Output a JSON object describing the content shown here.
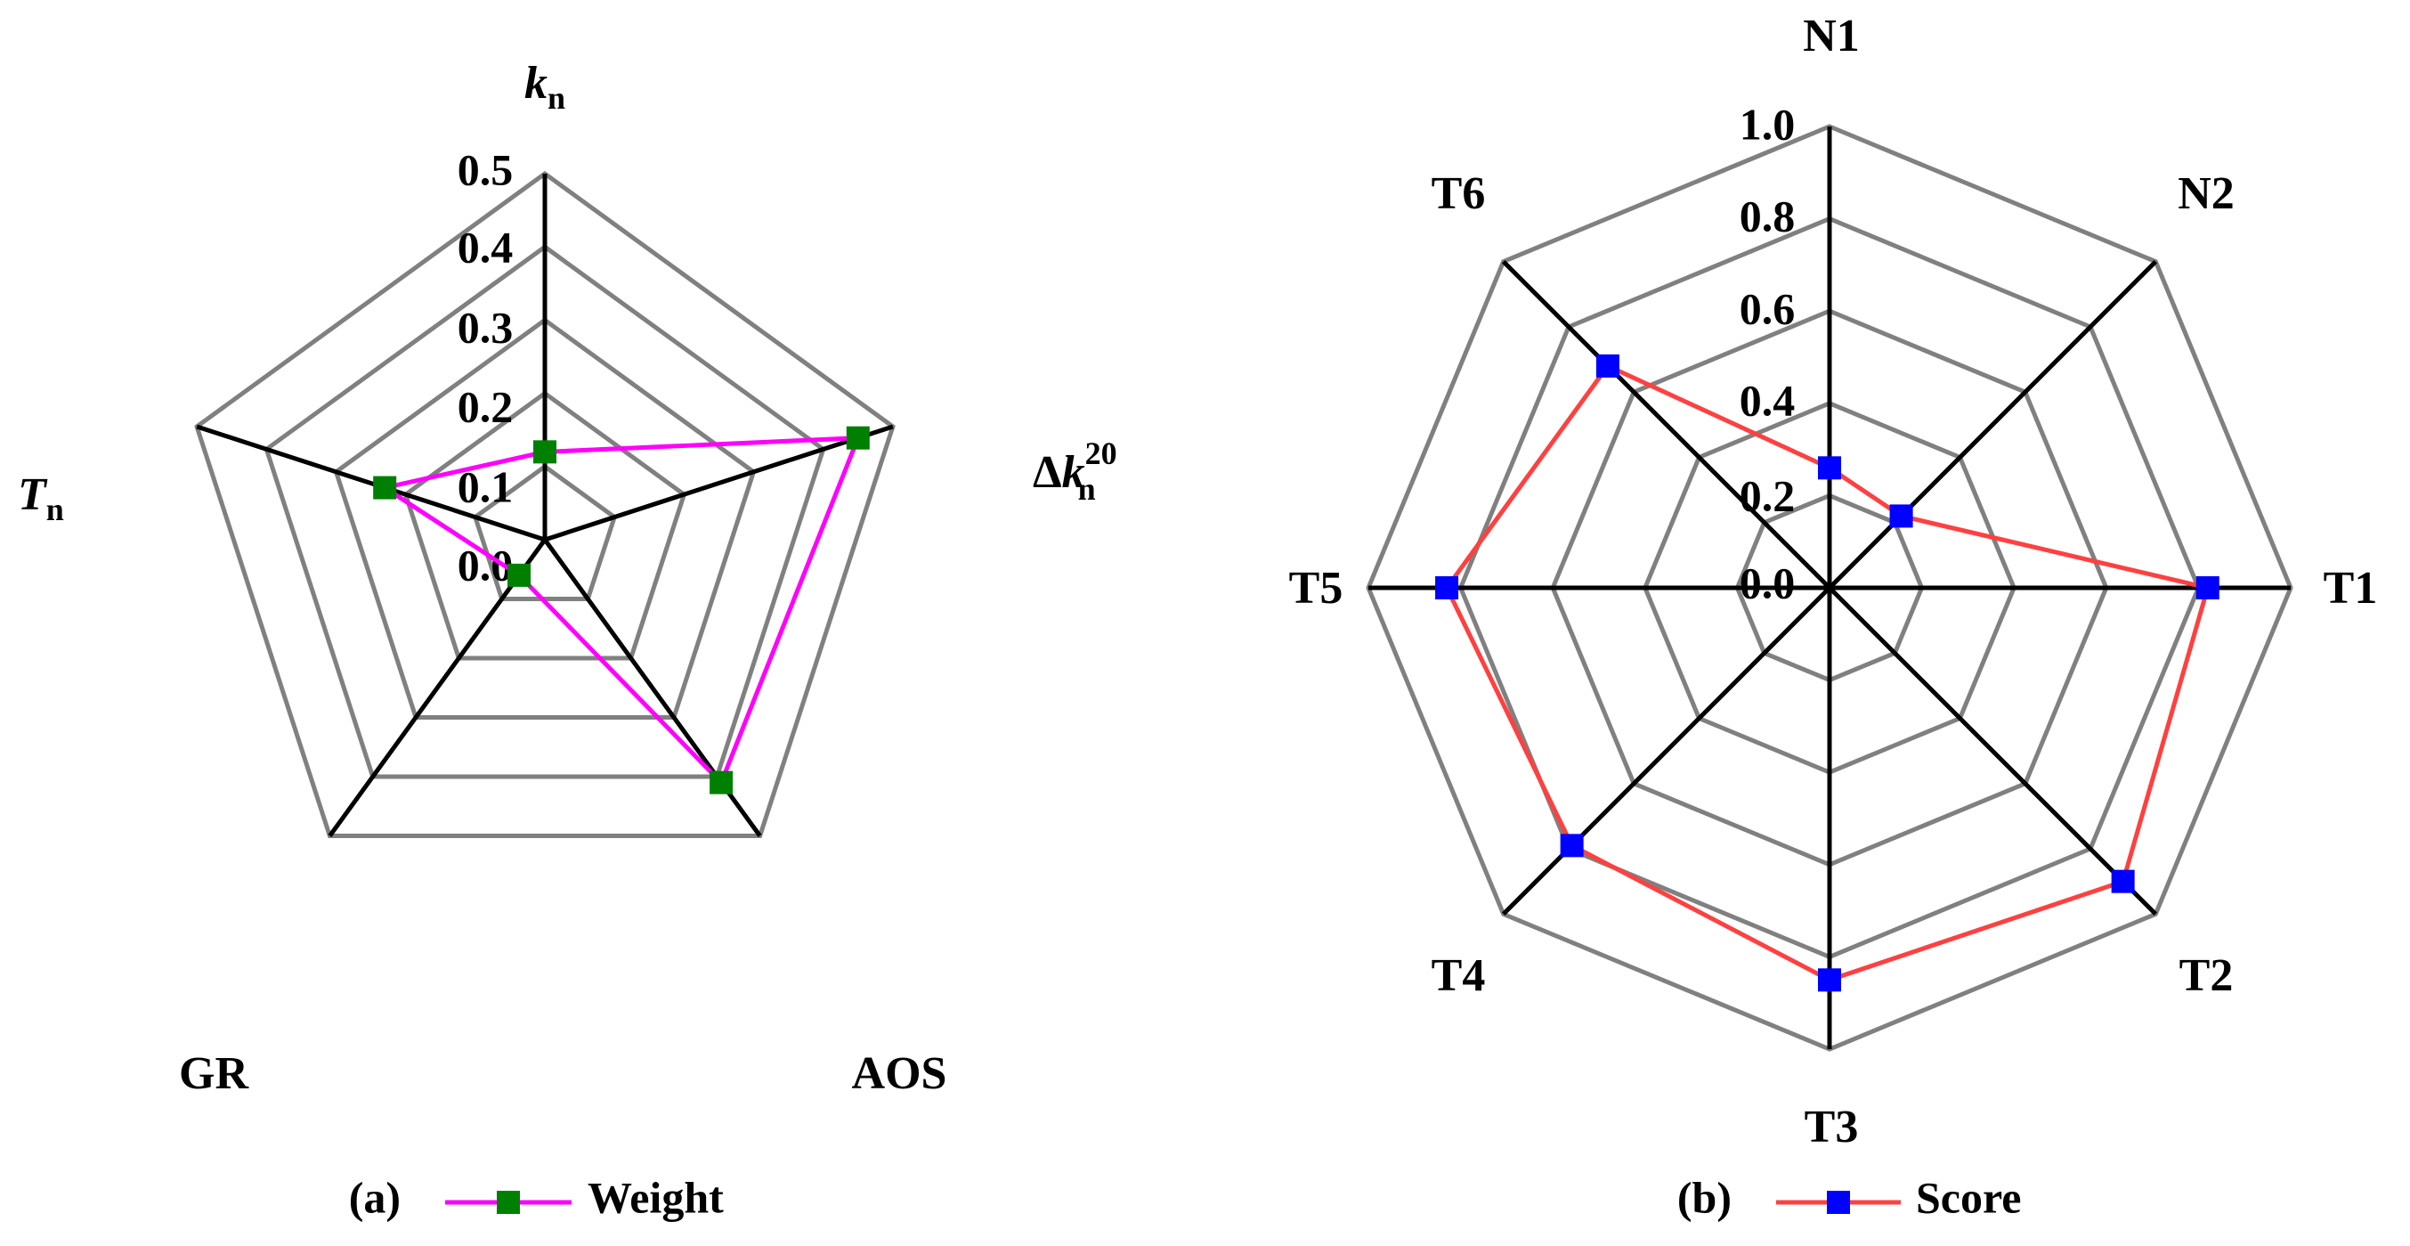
{
  "chart_data": [
    {
      "type": "radar",
      "panel": "(a)",
      "axes": [
        "k_n",
        "Δk_n^20",
        "AOS",
        "GR",
        "T_n"
      ],
      "axis_label_parts": [
        {
          "main": "k",
          "sub": "n",
          "sup": "",
          "prefix": ""
        },
        {
          "main": "k",
          "sub": "n",
          "sup": "20",
          "prefix": "Δ"
        },
        {
          "main": "AOS",
          "sub": "",
          "sup": "",
          "prefix": ""
        },
        {
          "main": "GR",
          "sub": "",
          "sup": "",
          "prefix": ""
        },
        {
          "main": "T",
          "sub": "n",
          "sup": "",
          "prefix": ""
        }
      ],
      "ticks": [
        "0.0",
        "0.1",
        "0.2",
        "0.3",
        "0.4",
        "0.5"
      ],
      "range": [
        0,
        0.5
      ],
      "series": [
        {
          "name": "Weight",
          "values": [
            0.12,
            0.45,
            0.41,
            0.06,
            0.23
          ],
          "color": "#ff00ff",
          "marker_color": "#008000"
        }
      ],
      "legend": "bottom"
    },
    {
      "type": "radar",
      "panel": "(b)",
      "axes": [
        "N1",
        "N2",
        "T1",
        "T2",
        "T3",
        "T4",
        "T5",
        "T6"
      ],
      "ticks": [
        "0.0",
        "0.2",
        "0.4",
        "0.6",
        "0.8",
        "1.0"
      ],
      "range": [
        0,
        1.0
      ],
      "series": [
        {
          "name": "Score",
          "values": [
            0.26,
            0.22,
            0.82,
            0.9,
            0.85,
            0.79,
            0.83,
            0.68
          ],
          "color": "#ff4040",
          "marker_color": "#0000ff"
        }
      ],
      "legend": "bottom"
    }
  ]
}
